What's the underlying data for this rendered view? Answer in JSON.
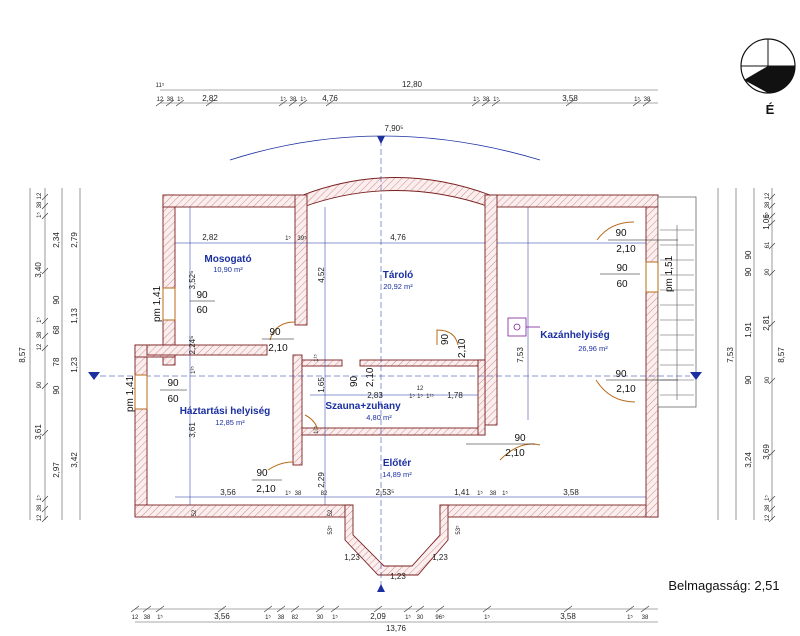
{
  "north_label": "É",
  "ceiling_note": "Belmagasság: 2,51",
  "rooms": [
    {
      "name": "Mosogató",
      "area": "10,90 m²"
    },
    {
      "name": "Tároló",
      "area": "20,92 m²"
    },
    {
      "name": "Kazánhelyiség",
      "area": "26,96 m²"
    },
    {
      "name": "Szauna+zuhany",
      "area": "4,80 m²"
    },
    {
      "name": "Háztartási helyiség",
      "area": "12,85 m²"
    },
    {
      "name": "Előtér",
      "area": "14,89 m²"
    }
  ],
  "doors": {
    "d1": [
      "90",
      "60"
    ],
    "d2": [
      "90",
      "2,10"
    ],
    "d3": [
      "90",
      "2,10"
    ],
    "d4": [
      "90",
      "2,10"
    ],
    "d5": [
      "90",
      "60"
    ],
    "d6": [
      "90",
      "2,10"
    ],
    "d7": [
      "90",
      "2,10"
    ],
    "d8": [
      "90",
      "60"
    ],
    "d9": [
      "90",
      "2,10"
    ],
    "d10": [
      "90",
      "2,10"
    ]
  },
  "pm": [
    "pm 1,41",
    "pm 1,41",
    "pm 1,51"
  ],
  "top_dims": {
    "total": "12,80",
    "segs": [
      "12",
      "38",
      "1⁵",
      "2,82",
      "1⁵",
      "38",
      "1⁵",
      "4,76",
      "1⁵",
      "38",
      "1⁵",
      "3,58",
      "1⁵",
      "38"
    ],
    "corner": "11⁵"
  },
  "bottom_dims": {
    "total": "13,76",
    "segs": [
      "12",
      "38",
      "1⁵",
      "3,56",
      "1⁵",
      "38",
      "82",
      "30",
      "1⁵",
      "2,09",
      "1⁵",
      "30",
      "96⁵",
      "1⁵",
      "3,58",
      "1⁵",
      "38"
    ]
  },
  "left_dims": {
    "total": "8,57",
    "outer": [
      "12",
      "38",
      "1⁵",
      "3,40",
      "1⁵",
      "38",
      "12",
      "90",
      "3,61",
      "1⁵",
      "38",
      "12"
    ],
    "inner": [
      "2,34",
      "90",
      "68",
      "78",
      "90",
      "2,97"
    ],
    "inner2": [
      "2,79",
      "1,13",
      "1,23",
      "3,42"
    ]
  },
  "right_dims": {
    "total": "8,57",
    "outer": [
      "12",
      "38",
      "1⁵",
      "1,06",
      "61",
      "90",
      "2,81",
      "90",
      "3,69",
      "1⁵",
      "38",
      "12"
    ],
    "inner": [
      "90",
      "90",
      "1,91",
      "90",
      "3,24"
    ],
    "inner2": [
      "7,53"
    ]
  },
  "interior_dims": [
    "2,82",
    "1⁵",
    "39⁵",
    "4,76",
    "3,52⁵",
    "4,52",
    "2,24⁵",
    "1³⁵",
    "1¹⁵",
    "1,65",
    "2,83",
    "1⁵",
    "1⁵",
    "1¹⁵",
    "1,78",
    "12",
    "7,53",
    "3,61",
    "1²⁵",
    "2,29",
    "3,56",
    "1⁵",
    "38",
    "82",
    "2,53⁵",
    "1,41",
    "1⁵",
    "38",
    "1⁵",
    "3,58",
    "52",
    "52",
    "53⁵",
    "53⁵",
    "1,23",
    "1,23",
    "1,23",
    "7,90⁵"
  ]
}
